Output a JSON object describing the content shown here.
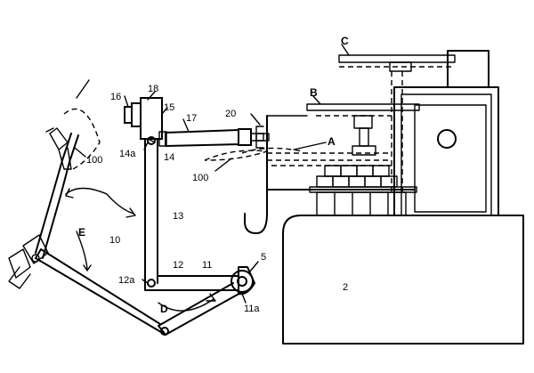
{
  "labels": {
    "n2": "2",
    "n5": "5",
    "n10": "10",
    "n11": "11",
    "n11a": "11a",
    "n12": "12",
    "n12a": "12a",
    "n13": "13",
    "n14": "14",
    "n14a": "14a",
    "n15": "15",
    "n16": "16",
    "n17": "17",
    "n18": "18",
    "n20": "20",
    "n100a": "100",
    "n100b": "100",
    "A": "A",
    "B": "B",
    "C": "C",
    "D": "D",
    "E": "E"
  }
}
